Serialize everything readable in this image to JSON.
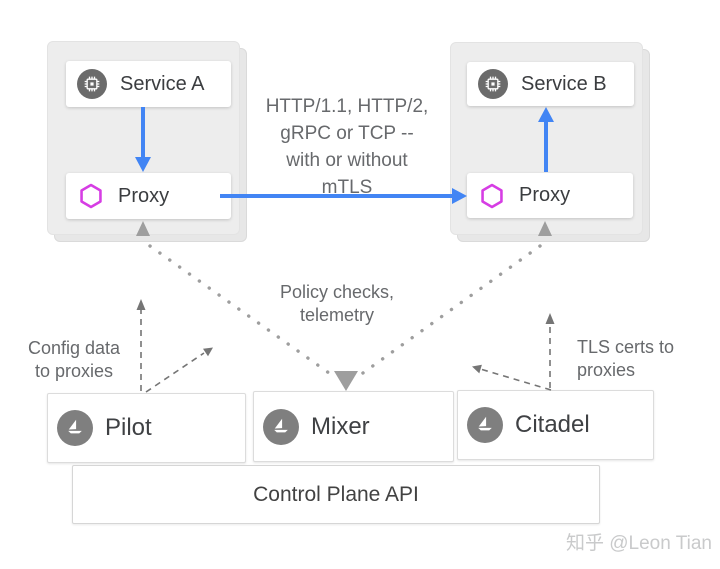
{
  "diagram": {
    "pods": [
      {
        "id": "pod-a",
        "service_label": "Service A",
        "proxy_label": "Proxy"
      },
      {
        "id": "pod-b",
        "service_label": "Service B",
        "proxy_label": "Proxy"
      }
    ],
    "annotations": {
      "protocols": "HTTP/1.1, HTTP/2,\ngRPC or TCP --\nwith or without\nmTLS",
      "policy": "Policy checks,\ntelemetry",
      "config": "Config data\nto proxies",
      "tls": "TLS certs to\nproxies"
    },
    "control_plane": {
      "components": [
        {
          "label": "Pilot"
        },
        {
          "label": "Mixer"
        },
        {
          "label": "Citadel"
        }
      ],
      "api_label": "Control Plane API"
    },
    "icons": {
      "service_icon": "chip-icon",
      "proxy_icon": "hexagon-icon",
      "component_icon": "istio-sailboat-icon"
    },
    "colors": {
      "accent_blue": "#4285f4",
      "proxy_magenta": "#d63de4",
      "pod_gray": "#ededed",
      "dotted_gray": "#9e9e9e",
      "dashed_gray": "#757575",
      "text_dark": "#3b3d40",
      "text_annotation": "#67696c",
      "watermark_gray": "#c9cacb"
    },
    "watermark": "知乎 @Leon Tian"
  }
}
